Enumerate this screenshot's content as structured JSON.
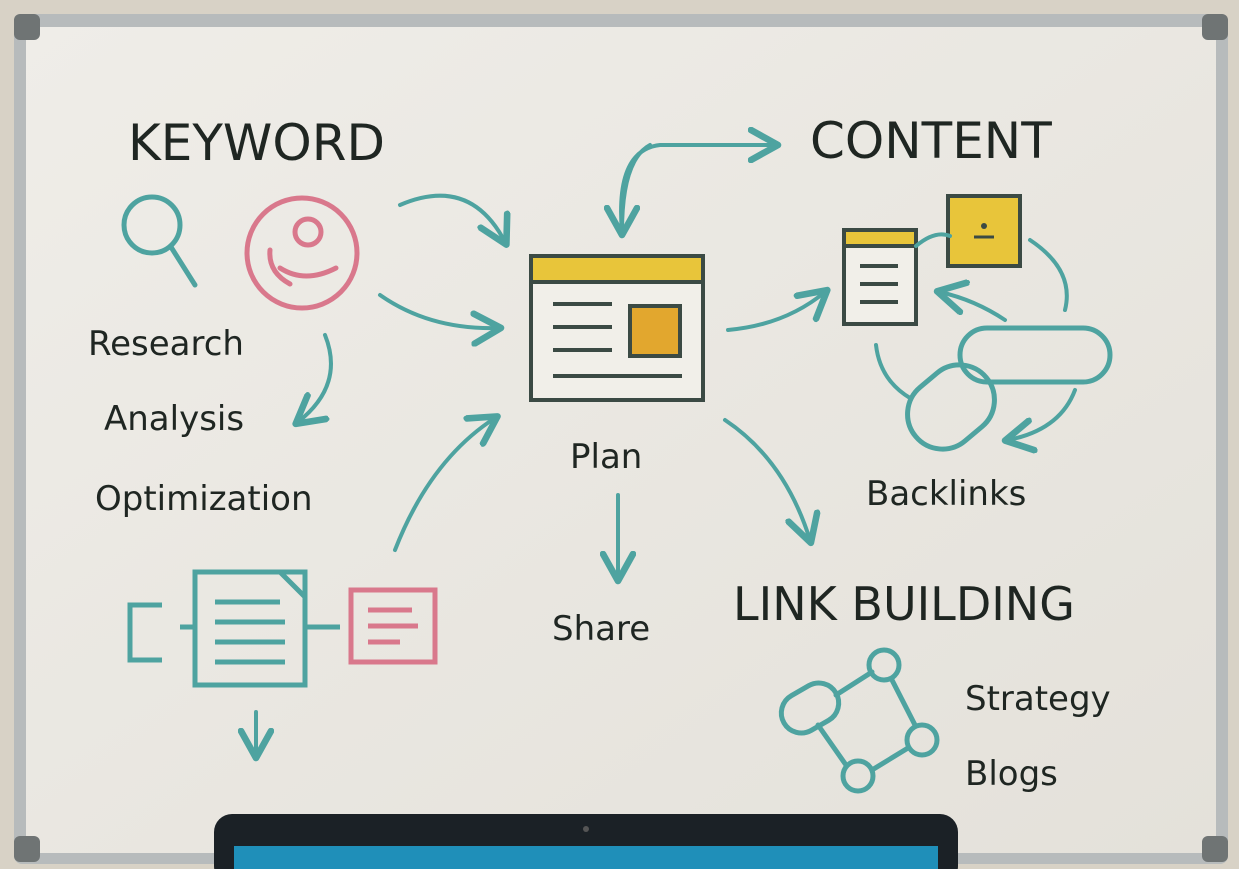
{
  "headings": {
    "keyword": "KEYWORD",
    "content": "CONTENT",
    "link_building": "LINK BUILDING"
  },
  "keyword_items": [
    "Research",
    "Analysis",
    "Optimization"
  ],
  "center": {
    "plan": "Plan",
    "share": "Share"
  },
  "content_items": {
    "backlinks": "Backlinks"
  },
  "link_items": [
    "Strategy",
    "Blogs"
  ],
  "colors": {
    "teal": "#4ea3a0",
    "pink": "#d9788c",
    "yellow": "#e8c53a",
    "orange": "#e2a72e",
    "ink": "#1f2622",
    "board": "#ebe8e2",
    "frame": "#b9bcbc",
    "laptop": "#1b2126",
    "screen": "#1f8fb9"
  }
}
